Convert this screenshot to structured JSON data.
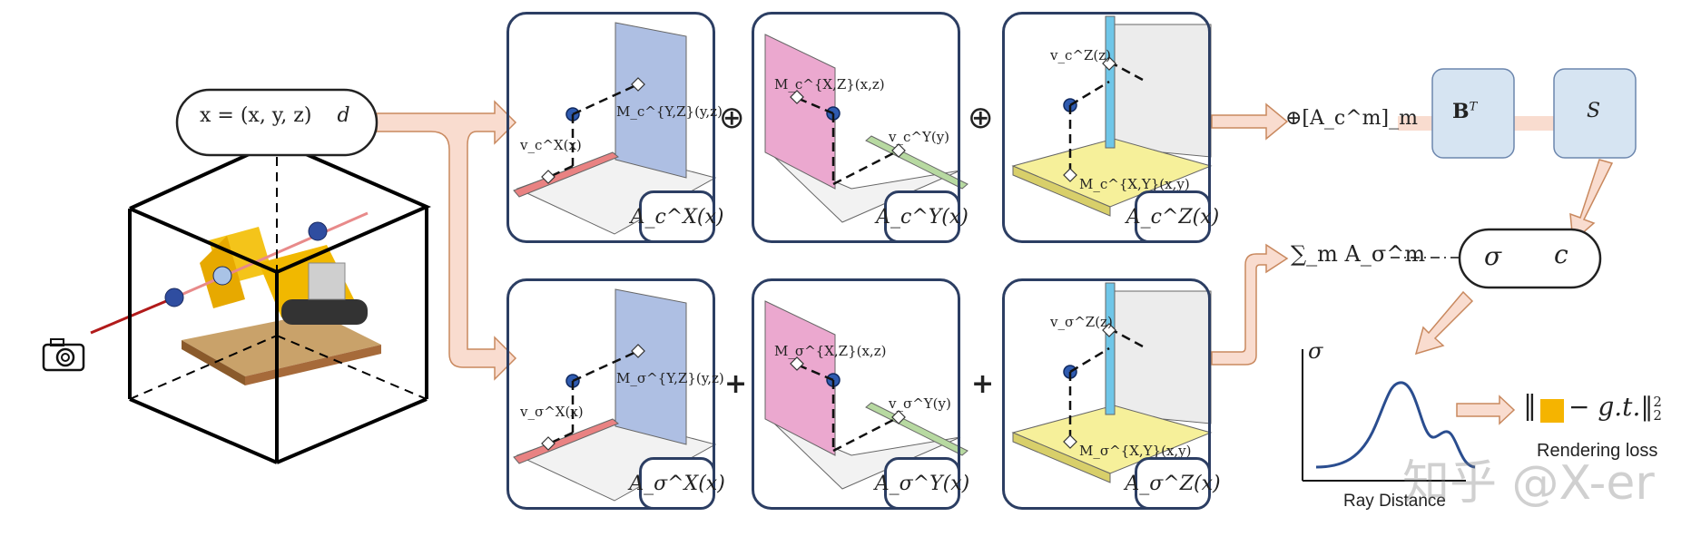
{
  "input_box": {
    "label": "x = (x, y, z)",
    "dir": "d"
  },
  "camera_icon": "camera-icon",
  "ops": {
    "oplus": "⊕",
    "plus": "+"
  },
  "color_row": {
    "panels": [
      {
        "plane_label": "M_c^{Y,Z}(y,z)",
        "line_label": "v_c^X(x)",
        "tag": "A_c^X(x)"
      },
      {
        "plane_label": "M_c^{X,Z}(x,z)",
        "line_label": "v_c^Y(y)",
        "tag": "A_c^Y(x)"
      },
      {
        "plane_label": "M_c^{X,Y}(x,y)",
        "line_label": "v_c^Z(z)",
        "tag": "A_c^Z(x)"
      }
    ],
    "concat": "⊕[A_c^m]_m"
  },
  "density_row": {
    "panels": [
      {
        "plane_label": "M_σ^{Y,Z}(y,z)",
        "line_label": "v_σ^X(x)",
        "tag": "A_σ^X(x)"
      },
      {
        "plane_label": "M_σ^{X,Z}(x,z)",
        "line_label": "v_σ^Y(y)",
        "tag": "A_σ^Y(x)"
      },
      {
        "plane_label": "M_σ^{X,Y}(x,y)",
        "line_label": "v_σ^Z(z)",
        "tag": "A_σ^Z(x)"
      }
    ],
    "sum": "∑_m A_σ^m"
  },
  "mlp": {
    "b_label": "B",
    "b_sup": "T",
    "s_label": "S"
  },
  "output": {
    "sigma": "σ",
    "c": "c"
  },
  "plot": {
    "y_axis": "σ",
    "x_axis": "Ray Distance"
  },
  "loss": {
    "formula_pre": "‖",
    "formula_post": "− g.t.‖",
    "sup": "2",
    "sub": "2",
    "caption": "Rendering loss"
  },
  "watermark": "知乎 @X-er",
  "colors": {
    "accent": "#2c3e63",
    "yz_plane": "#aebfe3",
    "xz_plane": "#eba8cf",
    "xy_plane": "#f6f09a",
    "x_line": "#e98282",
    "y_line": "#b7d9a1",
    "z_line": "#6fc6e8",
    "mlp_box": "#d6e4f2",
    "arrow_fill": "#f9dccf",
    "swatch": "#f5b400"
  }
}
